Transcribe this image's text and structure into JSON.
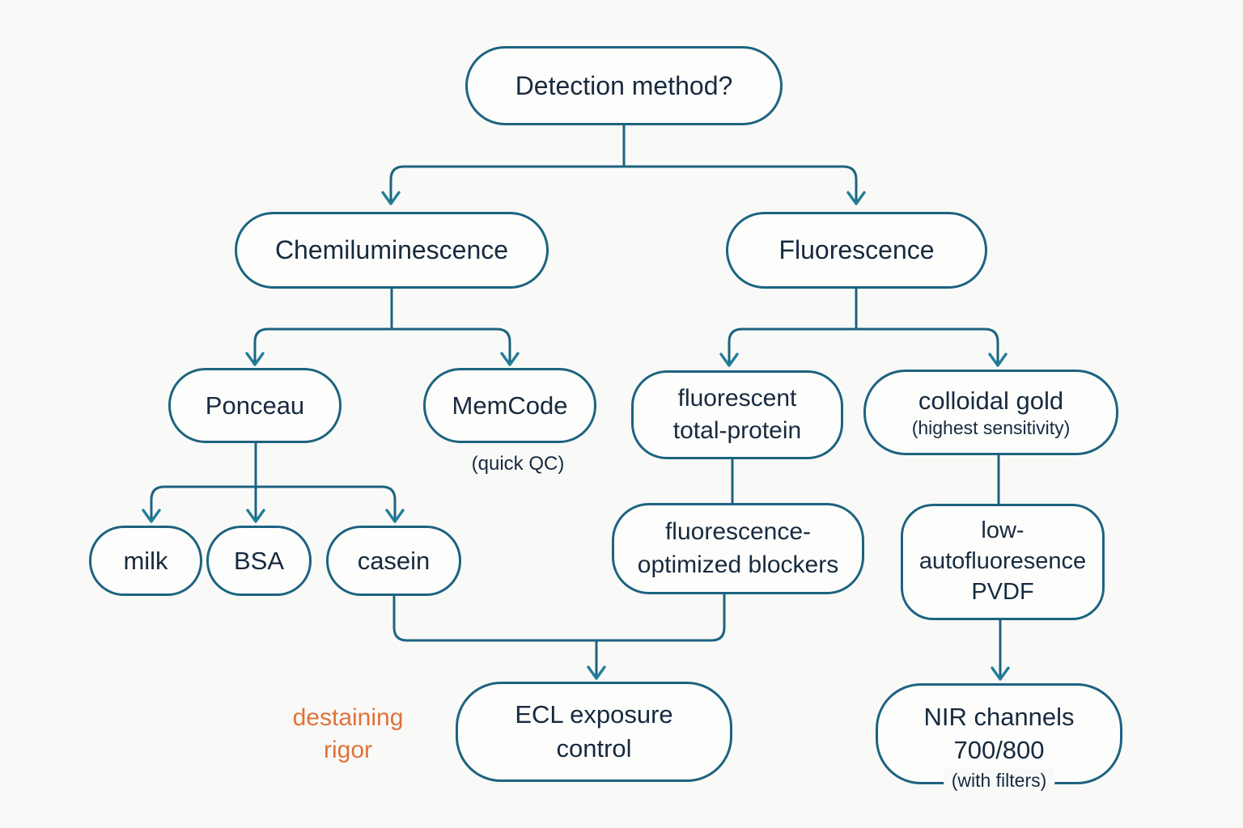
{
  "title": "Detection method decision flowchart",
  "colors": {
    "background": "#f9faf8",
    "node_fill": "#fdfdfc",
    "line_stroke": "#1d6380",
    "arrowhead": "#227e9a",
    "text": "#172a3e",
    "annotation_orange": "#e2713b"
  },
  "nodes": {
    "root": {
      "label": "Detection method?"
    },
    "chemi": {
      "label": "Chemiluminescence"
    },
    "fluor": {
      "label": "Fluorescence"
    },
    "ponceau": {
      "label": "Ponceau"
    },
    "memcode": {
      "label": "MemCode",
      "note": "(quick QC)"
    },
    "ftp": {
      "label": "fluorescent\ntotal-protein"
    },
    "gold": {
      "label": "colloidal gold",
      "note": "(highest sensitivity)"
    },
    "milk": {
      "label": "milk"
    },
    "bsa": {
      "label": "BSA"
    },
    "casein": {
      "label": "casein"
    },
    "blockers": {
      "label": "fluorescence-\noptimized blockers"
    },
    "pvdf": {
      "label": "low-\nautofluoresence\nPVDF"
    },
    "ecl": {
      "label": "ECL exposure\ncontrol"
    },
    "nir": {
      "label": "NIR channels\n700/800",
      "note": "(with filters)"
    }
  },
  "annotation": {
    "label": "destaining\nrigor"
  },
  "edges": [
    {
      "from": "root",
      "to": "chemi"
    },
    {
      "from": "root",
      "to": "fluor"
    },
    {
      "from": "chemi",
      "to": "ponceau"
    },
    {
      "from": "chemi",
      "to": "memcode"
    },
    {
      "from": "fluor",
      "to": "ftp"
    },
    {
      "from": "fluor",
      "to": "gold"
    },
    {
      "from": "ponceau",
      "to": "milk"
    },
    {
      "from": "ponceau",
      "to": "bsa"
    },
    {
      "from": "ponceau",
      "to": "casein"
    },
    {
      "from": "ftp",
      "to": "blockers"
    },
    {
      "from": "gold",
      "to": "pvdf"
    },
    {
      "from": "casein",
      "to": "ecl"
    },
    {
      "from": "blockers",
      "to": "ecl"
    },
    {
      "from": "pvdf",
      "to": "nir"
    }
  ]
}
